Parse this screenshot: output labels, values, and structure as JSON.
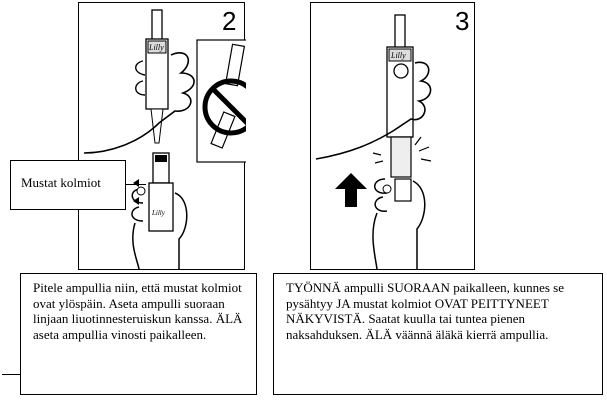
{
  "panels": [
    {
      "number": "2"
    },
    {
      "number": "3"
    }
  ],
  "callout": {
    "label": "Mustat kolmiot"
  },
  "pen_brand": "Lilly",
  "instructions": [
    {
      "text": "Pitele ampullia niin, että mustat kolmiot ovat ylöspäin. Aseta ampulli suoraan linjaan liuotinnesteruiskun kanssa. ÄLÄ aseta ampullia vinosti paikalleen."
    },
    {
      "text": "TYÖNNÄ ampulli SUORAAN paikalleen, kunnes se pysähtyy JA mustat kolmiot OVAT PEITTYNEET NÄKYVISTÄ. Saatat kuulla tai tuntea pienen naksahduksen. ÄLÄ väännä äläkä kierrä ampullia."
    }
  ]
}
